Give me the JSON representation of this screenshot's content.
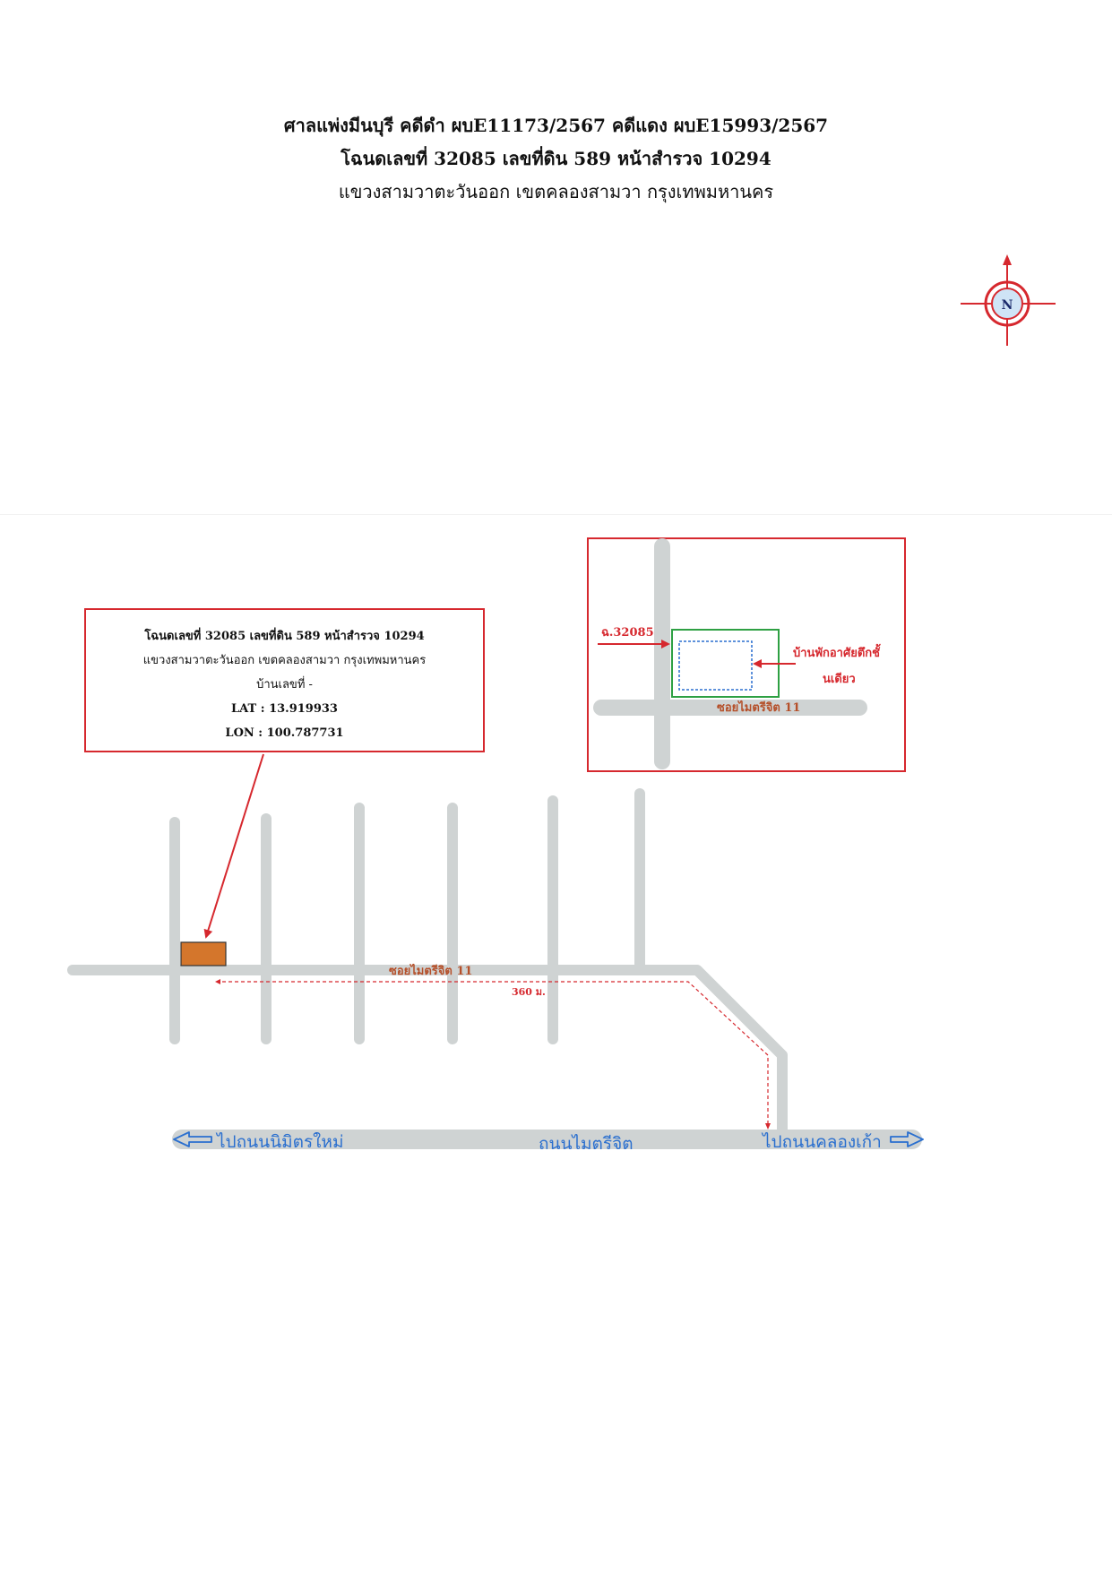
{
  "header": {
    "line1": "ศาลแพ่งมีนบุรี คดีดำ ผบE11173/2567 คดีแดง ผบE15993/2567",
    "line2": "โฉนดเลขที่ 32085 เลขที่ดิน 589 หน้าสำรวจ 10294",
    "line3": "แขวงสามวาตะวันออก  เขตคลองสามวา  กรุงเทพมหานคร"
  },
  "compass": {
    "label": "N"
  },
  "info_box": {
    "line1": "โฉนดเลขที่ 32085 เลขที่ดิน 589 หน้าสำรวจ 10294",
    "line2": "แขวงสามวาตะวันออก เขตคลองสามวา กรุงเทพมหานคร",
    "line3": "บ้านเลขที่ -",
    "lat": "LAT : 13.919933",
    "lon": "LON : 100.787731"
  },
  "inset": {
    "deed_label": "ฉ.32085",
    "house_label_1": "บ้านพักอาศัยตึกชั้",
    "house_label_2": "นเดียว",
    "soi_label": "ซอยไมตรีจิต 11"
  },
  "main_map": {
    "soi_label": "ซอยไมตรีจิต 11",
    "distance_label": "360 ม.",
    "left_destination": "ไปถนนนิมิตรใหม่",
    "main_road": "ถนนไมตรีจิต",
    "right_destination": "ไปถนนคลองเก้า"
  },
  "colors": {
    "road": "#cfd3d3",
    "red": "#d6282e",
    "plot_fill": "#d4762c",
    "green": "#2ea043",
    "blue_text": "#2a6fcf",
    "soi_text": "#b5502a",
    "compass_fill": "#cfe4f6"
  }
}
